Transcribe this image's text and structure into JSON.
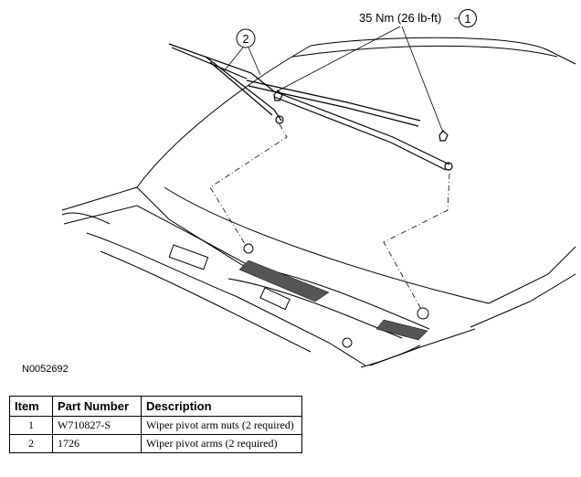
{
  "callouts": {
    "torque_spec": "35 Nm (26 lb-ft)",
    "label_1": "1",
    "label_2": "2"
  },
  "figure_id": "N0052692",
  "parts_table": {
    "headers": [
      "Item",
      "Part Number",
      "Description"
    ],
    "rows": [
      {
        "item": "1",
        "part_number": "W710827-S",
        "description": "Wiper pivot arm nuts (2 required)"
      },
      {
        "item": "2",
        "part_number": "1726",
        "description": "Wiper pivot arms (2 required)"
      }
    ]
  }
}
